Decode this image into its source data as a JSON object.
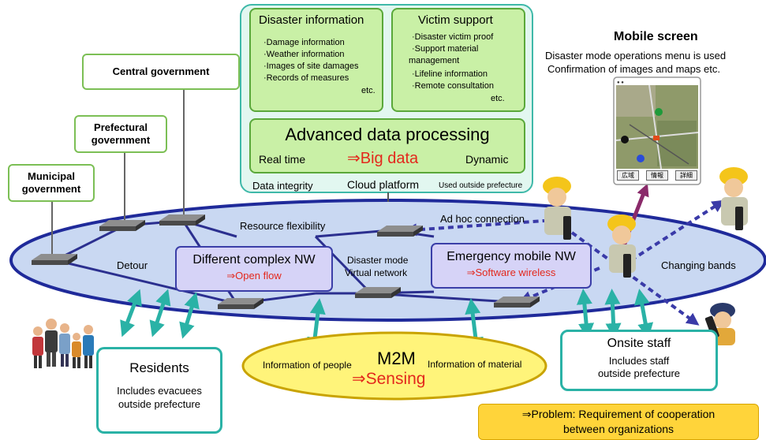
{
  "disaster_info": {
    "title": "Disaster information",
    "items": [
      "·Damage information",
      "·Weather information",
      "·Images of site damages",
      "·Records of measures"
    ],
    "etc": "etc."
  },
  "victim_support": {
    "title": "Victim support",
    "items": [
      "·Disaster victim proof",
      "·Support material",
      "management",
      "·Lifeline information",
      "·Remote consultation"
    ],
    "etc": "etc."
  },
  "processing": {
    "title": "Advanced data processing",
    "left": "Real time",
    "center": "⇒Big data",
    "right": "Dynamic"
  },
  "cloud": {
    "integrity": "Data integrity",
    "platform": "Cloud platform",
    "outside": "Used outside prefecture"
  },
  "mobile": {
    "title": "Mobile screen",
    "line1": "Disaster mode operations menu is used",
    "line2": "Confirmation of images and maps etc.",
    "buttons": [
      "広域",
      "情報",
      "詳細"
    ]
  },
  "gov": {
    "central": "Central government",
    "prefectural": "Prefectural government",
    "municipal": "Municipal government"
  },
  "network": {
    "resource": "Resource flexibility",
    "adhoc": "Ad hoc connection",
    "detour": "Detour",
    "disaster_mode": "Disaster mode",
    "virtual": "Virtual network",
    "bands": "Changing bands",
    "complex_title": "Different complex NW",
    "complex_sub": "⇒Open flow",
    "emergency_title": "Emergency mobile NW",
    "emergency_sub": "⇒Software wireless"
  },
  "residents": {
    "title": "Residents",
    "line1": "Includes evacuees",
    "line2": "outside prefecture"
  },
  "m2m": {
    "title": "M2M",
    "left": "Information of people",
    "right": "Information of material",
    "sensing": "⇒Sensing"
  },
  "onsite": {
    "title": "Onsite staff",
    "line1": "Includes staff",
    "line2": "outside prefecture"
  },
  "problem": {
    "line1": "⇒Problem: Requirement of cooperation",
    "line2": "between organizations"
  },
  "colors": {
    "ellipse_fill": "#c9d8f2",
    "ellipse_border": "#1f2a9a",
    "green_fill": "#c9f0a6",
    "teal": "#2ab2a6",
    "red": "#e3281c",
    "m2m_fill": "#fff47a",
    "problem_fill": "#ffd43a"
  }
}
